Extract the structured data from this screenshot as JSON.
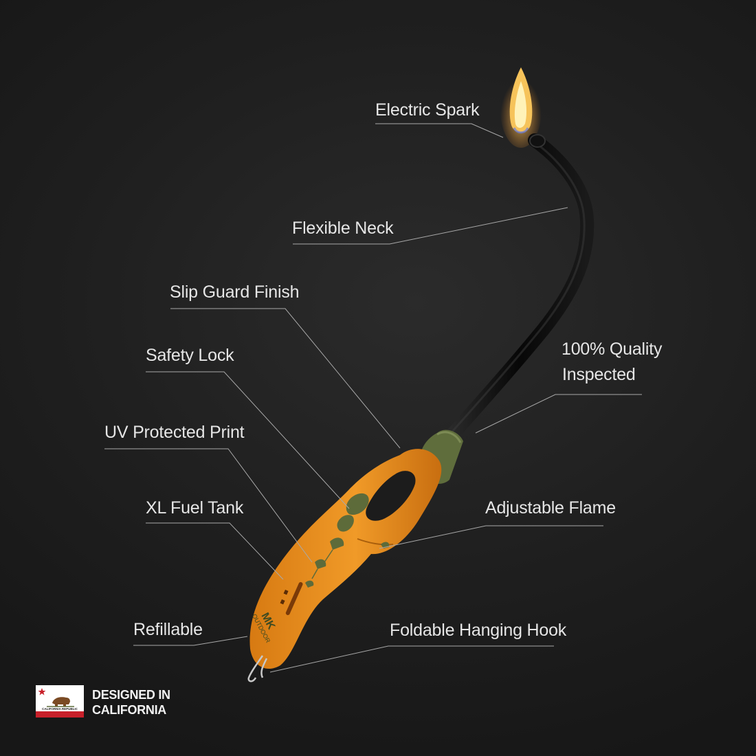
{
  "callouts": {
    "electric_spark": "Electric Spark",
    "flexible_neck": "Flexible Neck",
    "slip_guard_finish": "Slip Guard Finish",
    "safety_lock": "Safety Lock",
    "uv_protected_print": "UV Protected Print",
    "xl_fuel_tank": "XL Fuel Tank",
    "refillable": "Refillable",
    "quality_line1": "100% Quality",
    "quality_line2": "Inspected",
    "adjustable_flame": "Adjustable Flame",
    "foldable_hanging_hook": "Foldable Hanging Hook"
  },
  "badge": {
    "line1": "DESIGNED IN",
    "line2": "CALIFORNIA",
    "flag_text": "CALIFORNIA  REPUBLIC"
  },
  "brand": {
    "logo_text": "MK",
    "logo_sub": "OUTDOOR"
  },
  "colors": {
    "background": "#1c1c1c",
    "body_orange": "#e8901e",
    "accent_green": "#5d6b3a",
    "neck_black": "#0d0d0d",
    "text": "#e6e6e6",
    "flag_red": "#c8202a"
  }
}
